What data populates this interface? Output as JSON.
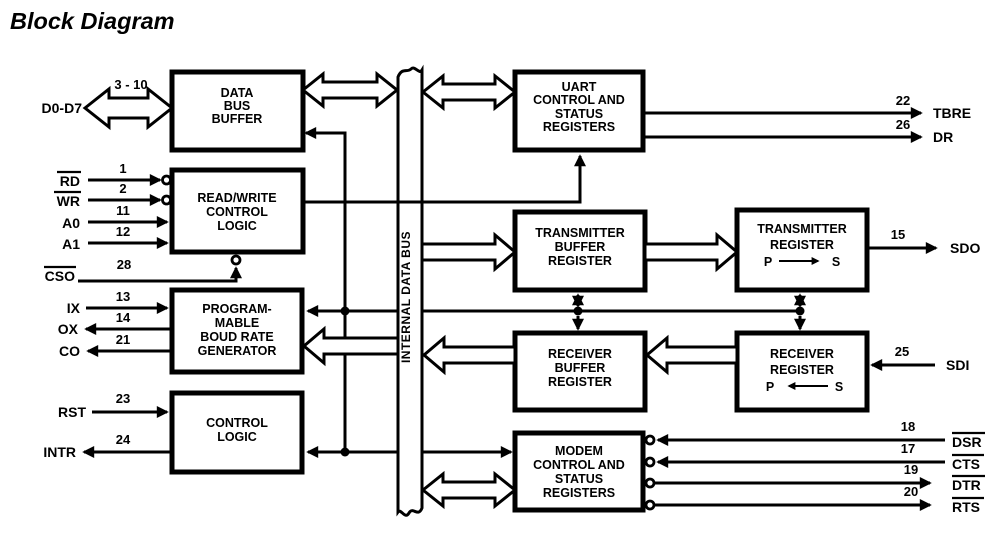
{
  "title": "Block Diagram",
  "bus": {
    "label": "INTERNAL DATA BUS"
  },
  "blocks": {
    "data_bus_buffer": {
      "l1": "DATA",
      "l2": "BUS",
      "l3": "BUFFER"
    },
    "read_write_control_logic": {
      "l1": "READ/WRITE",
      "l2": "CONTROL",
      "l3": "LOGIC"
    },
    "programmable_baud_rate_generator": {
      "l1": "PROGRAM-",
      "l2": "MABLE",
      "l3": "BOUD RATE",
      "l4": "GENERATOR"
    },
    "control_logic": {
      "l1": "CONTROL",
      "l2": "LOGIC"
    },
    "uart_control_status_registers": {
      "l1": "UART",
      "l2": "CONTROL AND",
      "l3": "STATUS",
      "l4": "REGISTERS"
    },
    "transmitter_buffer_register": {
      "l1": "TRANSMITTER",
      "l2": "BUFFER",
      "l3": "REGISTER"
    },
    "receiver_buffer_register": {
      "l1": "RECEIVER",
      "l2": "BUFFER",
      "l3": "REGISTER"
    },
    "transmitter_register": {
      "l1": "TRANSMITTER",
      "l2": "REGISTER",
      "p": "P",
      "s": "S"
    },
    "receiver_register": {
      "l1": "RECEIVER",
      "l2": "REGISTER",
      "p": "P",
      "s": "S"
    },
    "modem_control_status_registers": {
      "l1": "MODEM",
      "l2": "CONTROL AND",
      "l3": "STATUS",
      "l4": "REGISTERS"
    }
  },
  "pins": {
    "d0d7": {
      "label": "D0-D7",
      "pin": "3 - 10"
    },
    "rd": {
      "label": "RD",
      "pin": "1"
    },
    "wr": {
      "label": "WR",
      "pin": "2"
    },
    "a0": {
      "label": "A0",
      "pin": "11"
    },
    "a1": {
      "label": "A1",
      "pin": "12"
    },
    "cso": {
      "label": "CSO",
      "pin": "28"
    },
    "ix": {
      "label": "IX",
      "pin": "13"
    },
    "ox": {
      "label": "OX",
      "pin": "14"
    },
    "co": {
      "label": "CO",
      "pin": "21"
    },
    "rst": {
      "label": "RST",
      "pin": "23"
    },
    "intr": {
      "label": "INTR",
      "pin": "24"
    },
    "tbre": {
      "label": "TBRE",
      "pin": "22"
    },
    "dr": {
      "label": "DR",
      "pin": "26"
    },
    "sdo": {
      "label": "SDO",
      "pin": "15"
    },
    "sdi": {
      "label": "SDI",
      "pin": "25"
    },
    "dsr": {
      "label": "DSR",
      "pin": "18"
    },
    "cts": {
      "label": "CTS",
      "pin": "17"
    },
    "dtr": {
      "label": "DTR",
      "pin": "19"
    },
    "rts": {
      "label": "RTS",
      "pin": "20"
    }
  },
  "colors": {
    "ink": "#000000",
    "background": "#ffffff"
  }
}
